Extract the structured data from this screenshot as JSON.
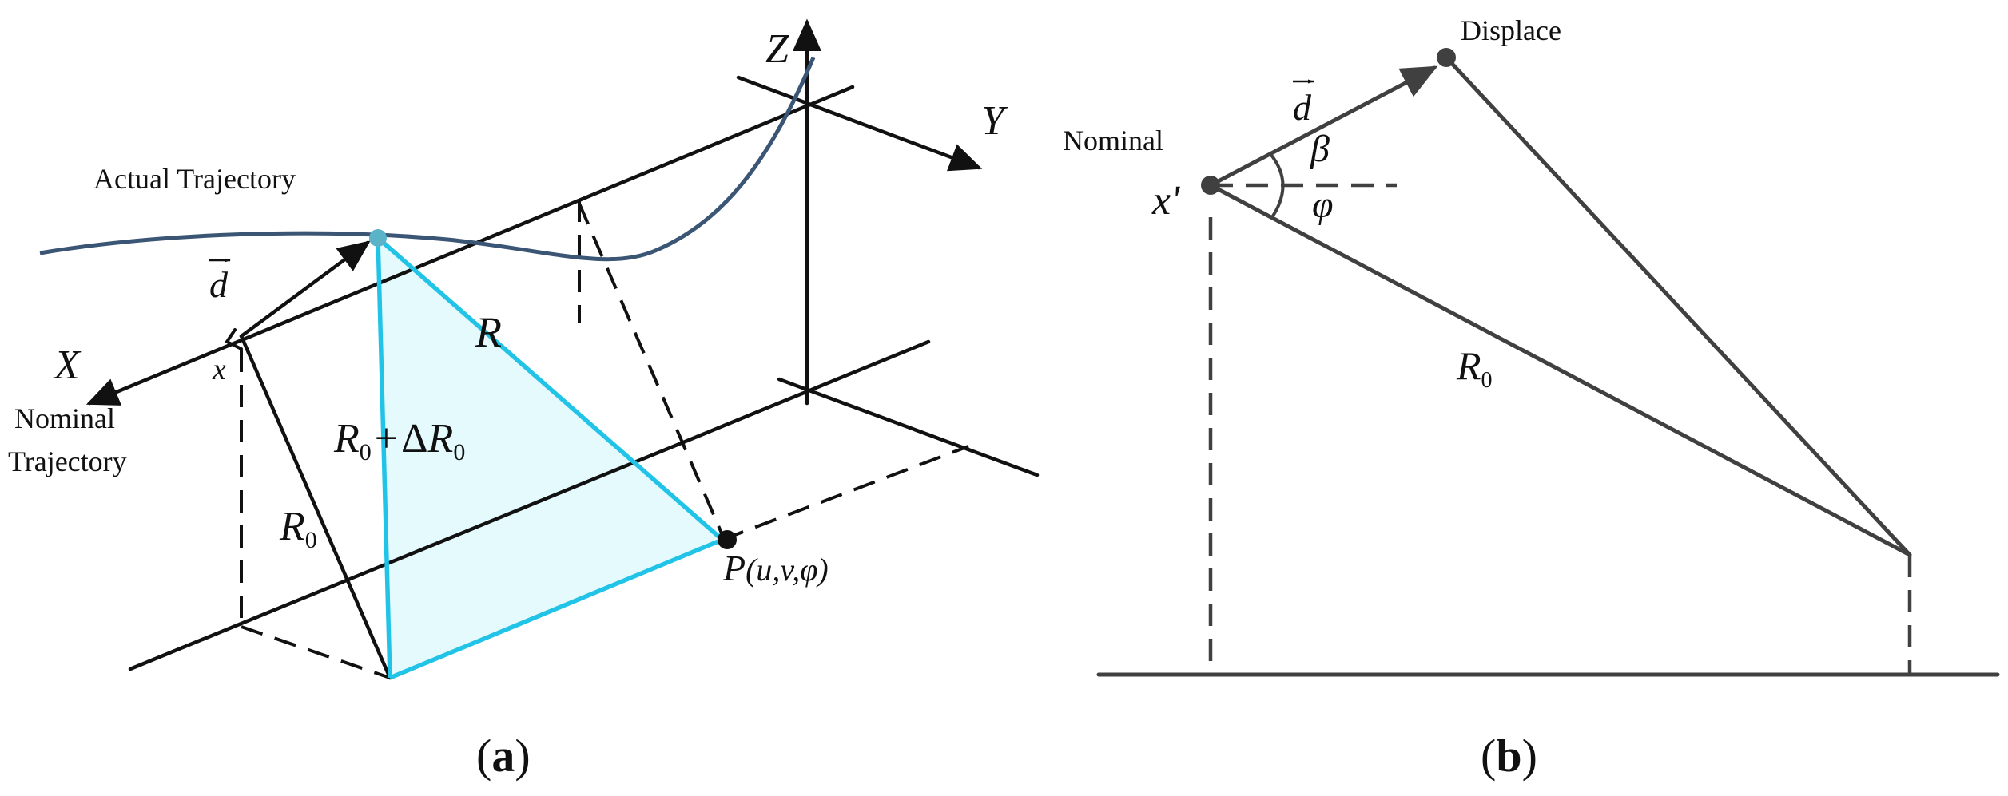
{
  "panel_a": {
    "caption_open": "(",
    "caption_letter": "a",
    "caption_close": ")",
    "axis_x": "X",
    "axis_y": "Y",
    "axis_z": "Z",
    "actual_trajectory": "Actual Trajectory",
    "nominal_line1": "Nominal",
    "nominal_line2": "Trajectory",
    "vector_d": "d",
    "point_x": "x",
    "range_R": "R",
    "range_R0_base": "R",
    "range_R0_sub": "0",
    "range_sum_base": "R",
    "range_sum_sub": "0",
    "range_sum_plus": "+",
    "range_sum_delta": "Δ",
    "range_sum_base2": "R",
    "range_sum_sub2": "0",
    "point_P": "P",
    "point_P_args": "(u,v,φ)",
    "colors": {
      "fill": "#e4fafc",
      "edge": "#21c3e6",
      "curve": "#3b5575",
      "line": "#111111"
    }
  },
  "panel_b": {
    "caption_open": "(",
    "caption_letter": "b",
    "caption_close": ")",
    "displace": "Displace",
    "nominal": "Nominal",
    "vector_d": "d",
    "point_x": "x'",
    "beta": "β",
    "phi": "φ",
    "range_R0_base": "R",
    "range_R0_sub": "0",
    "colors": {
      "line": "#404040"
    }
  }
}
